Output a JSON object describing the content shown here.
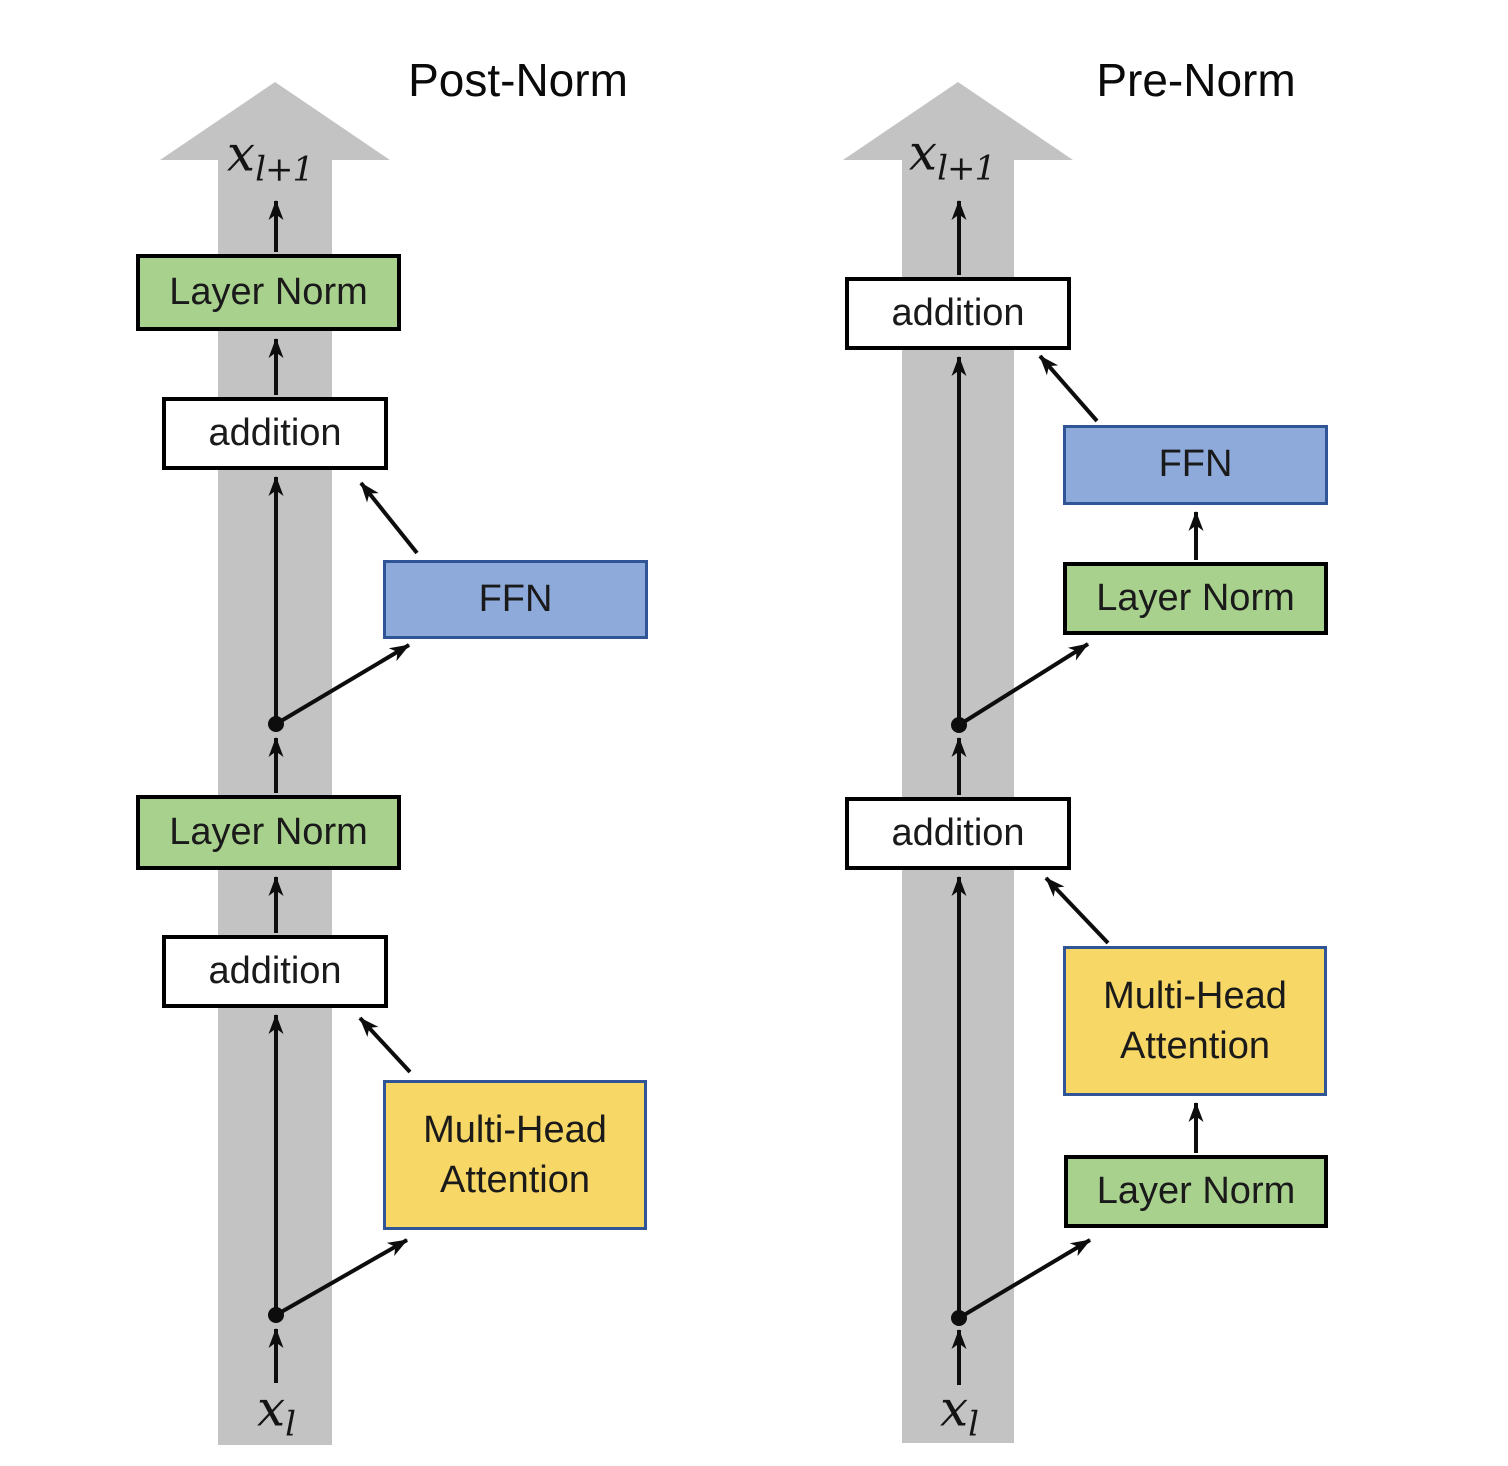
{
  "figure": {
    "post": {
      "title": "Post-Norm",
      "output_label": {
        "base": "x",
        "sub": "l+1"
      },
      "input_label": {
        "base": "x",
        "sub": "l"
      },
      "boxes": {
        "layer_norm_top": "Layer Norm",
        "addition_upper": "addition",
        "ffn": "FFN",
        "layer_norm_mid": "Layer Norm",
        "addition_lower": "addition",
        "mha_line1": "Multi-Head",
        "mha_line2": "Attention"
      }
    },
    "pre": {
      "title": "Pre-Norm",
      "output_label": {
        "base": "x",
        "sub": "l+1"
      },
      "input_label": {
        "base": "x",
        "sub": "l"
      },
      "boxes": {
        "addition_upper": "addition",
        "ffn": "FFN",
        "layer_norm_upper": "Layer Norm",
        "addition_mid": "addition",
        "mha_line1": "Multi-Head",
        "mha_line2": "Attention",
        "layer_norm_lower": "Layer Norm"
      }
    }
  },
  "colors": {
    "band": "#c3c3c3",
    "arrow": "#0d0d0d",
    "text": "#1a1a1a",
    "ln_fill": "#a9d18e",
    "add_fill": "#ffffff",
    "ffn_fill": "#8eaadb",
    "mha_fill": "#f7d766",
    "border_black": "#000000",
    "border_blue": "#2f5597"
  }
}
